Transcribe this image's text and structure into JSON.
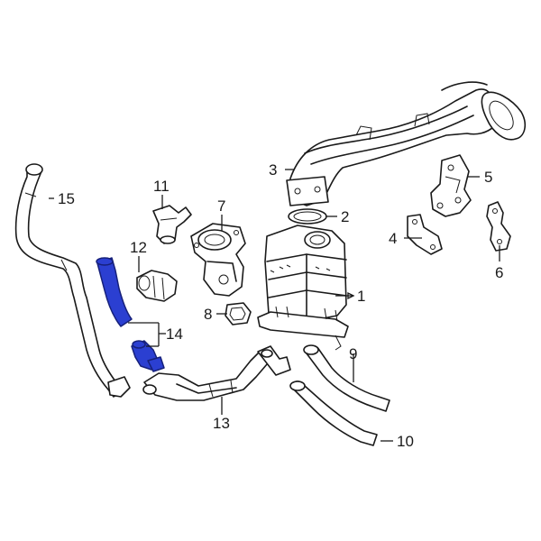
{
  "callouts": {
    "c1": "1",
    "c2": "2",
    "c3": "3",
    "c4": "4",
    "c5": "5",
    "c6": "6",
    "c7": "7",
    "c8": "8",
    "c9": "9",
    "c10": "10",
    "c11": "11",
    "c12": "12",
    "c13": "13",
    "c14": "14",
    "c15": "15"
  },
  "highlight_color": "#2b3fd1",
  "highlighted_callout": "14"
}
